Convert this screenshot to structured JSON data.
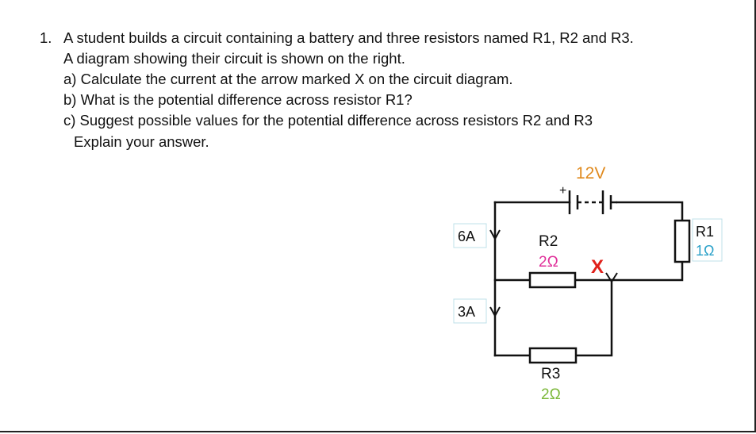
{
  "question": {
    "number": "1.",
    "line1": "A student builds a circuit containing a battery and three resistors named R1, R2 and R3.",
    "line2": "A diagram showing their circuit is shown on the right.",
    "part_a": "a) Calculate the current at the arrow marked X on the circuit diagram.",
    "part_b": "b) What is the potential difference across resistor R1?",
    "part_c": "c) Suggest possible values for the potential difference across resistors R2 and R3",
    "part_c_cont": "Explain your answer."
  },
  "circuit": {
    "battery_voltage": "12V",
    "battery_plus": "+",
    "current_top": "6A",
    "current_bottom": "3A",
    "r1_name": "R1",
    "r1_value": "1Ω",
    "r2_name": "R2",
    "r2_value": "2Ω",
    "r3_name": "R3",
    "r3_value": "2Ω",
    "marker_x": "X"
  },
  "colors": {
    "voltage": "#e08a1e",
    "r1_value": "#2aa1c9",
    "r2_value": "#e0309a",
    "r3_value": "#7cb83a",
    "marker_x": "#e0201a",
    "label_box_border": "#bfe0ea"
  }
}
